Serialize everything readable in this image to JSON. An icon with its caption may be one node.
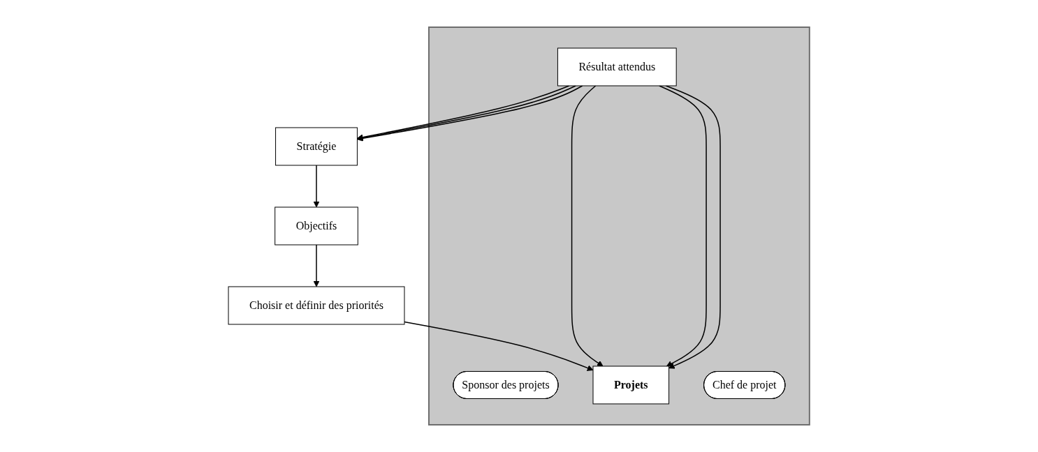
{
  "diagram": {
    "nodes": [
      {
        "text": [
          "Stratégie"
        ]
      },
      {
        "text": [],
        "shape": "box"
      },
      {
        "text": [
          "Résultat attendus"
        ],
        "in": 1
      },
      {
        "text": [
          "Sponsor des projets"
        ],
        "in": 1
      },
      {
        "text": [
          "Objectifs"
        ]
      },
      {
        "text": [
          "Choisir et définir des priorités"
        ]
      },
      {
        "text": [
          "Projets"
        ],
        "in": 1
      },
      {
        "text": [
          "Chef de projet"
        ],
        "in": 1
      }
    ],
    "edges": [
      {
        "from": 2,
        "to": 0,
        "arrow": "to"
      },
      {
        "from": 2,
        "to": 0,
        "arrow": "to"
      },
      {
        "from": 2,
        "to": 0,
        "arrow": "to"
      },
      {
        "from": 0,
        "to": 4,
        "arrow": "to"
      },
      {
        "from": 4,
        "to": 5,
        "arrow": "to"
      },
      {
        "from": 5,
        "to": 6,
        "arrow": "to"
      },
      {
        "from": 2,
        "to": 6,
        "arrow": "to"
      },
      {
        "from": 2,
        "to": 6,
        "arrow": "to"
      },
      {
        "from": 2,
        "to": 6,
        "arrow": "to"
      }
    ]
  }
}
